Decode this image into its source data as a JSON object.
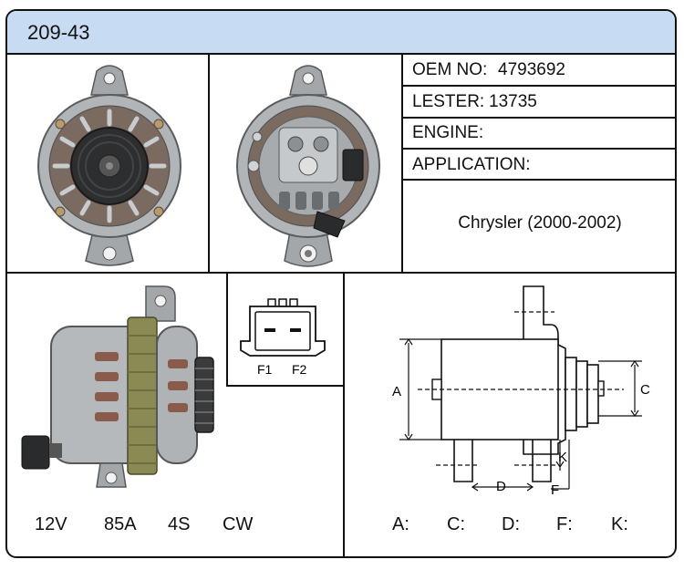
{
  "header": {
    "part_code": "209-43"
  },
  "info": {
    "oem_label": "OEM NO:",
    "oem_value": "4793692",
    "lester_label": "LESTER:",
    "lester_value": "13735",
    "engine_label": "ENGINE:",
    "engine_value": "",
    "application_label": "APPLICATION:",
    "application_value": "Chrysler (2000-2002)"
  },
  "connector": {
    "pin1": "F1",
    "pin2": "F2"
  },
  "specs": {
    "voltage": "12V",
    "amperage": "85A",
    "pulley": "4S",
    "rotation": "CW"
  },
  "diagram_labels": {
    "a": "A",
    "c": "C",
    "d": "D",
    "f": "F",
    "k": "K"
  },
  "dimensions": {
    "a": "A:",
    "c": "C:",
    "d": "D:",
    "f": "F:",
    "k": "K:"
  }
}
